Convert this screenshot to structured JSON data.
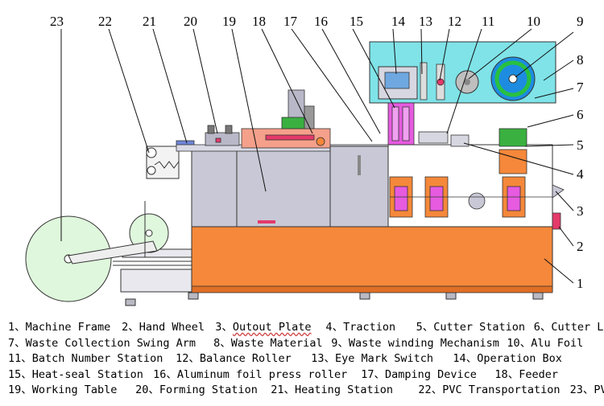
{
  "callouts": [
    "23",
    "22",
    "21",
    "20",
    "19",
    "18",
    "17",
    "16",
    "15",
    "14",
    "13",
    "12",
    "11",
    "10",
    "9",
    "8",
    "7",
    "6",
    "5",
    "4",
    "3",
    "2",
    "1"
  ],
  "legend": {
    "rows": [
      [
        {
          "num": "1",
          "label": "Machine Frame"
        },
        {
          "num": "2",
          "label": "Hand Wheel"
        },
        {
          "num": "3",
          "label": "Outout Plate"
        },
        {
          "num": "4",
          "label": "Traction"
        },
        {
          "num": "5",
          "label": "Cutter Station"
        },
        {
          "num": "6",
          "label": "Cutter Lock"
        }
      ],
      [
        {
          "num": "7",
          "label": "Waste Collection Swing Arm"
        },
        {
          "num": "8",
          "label": "Waste Material"
        },
        {
          "num": "9",
          "label": "Waste winding Mechanism"
        },
        {
          "num": "10",
          "label": "Alu Foil"
        }
      ],
      [
        {
          "num": "11",
          "label": "Batch Number Station"
        },
        {
          "num": "12",
          "label": "Balance Roller"
        },
        {
          "num": "13",
          "label": "Eye Mark Switch"
        },
        {
          "num": "14",
          "label": "Operation Box"
        }
      ],
      [
        {
          "num": "15",
          "label": "Heat-seal Station"
        },
        {
          "num": "16",
          "label": "Aluminum foil press roller"
        },
        {
          "num": "17",
          "label": "Damping Device"
        },
        {
          "num": "18",
          "label": "Feeder"
        }
      ],
      [
        {
          "num": "19",
          "label": "Working Table"
        },
        {
          "num": "20",
          "label": "Forming Station"
        },
        {
          "num": "21",
          "label": "Heating Station"
        },
        {
          "num": "22",
          "label": "PVC Transportation"
        },
        {
          "num": "23",
          "label": "PVC"
        }
      ]
    ],
    "separator": "、"
  },
  "colors": {
    "frame_orange": "#f5883a",
    "panel_gray": "#c8c8d6",
    "cyan_panel": "#7fe3e8",
    "pvc_green": "#dff7dc",
    "red_parts": "#e43a6a",
    "magenta": "#e65be0"
  }
}
